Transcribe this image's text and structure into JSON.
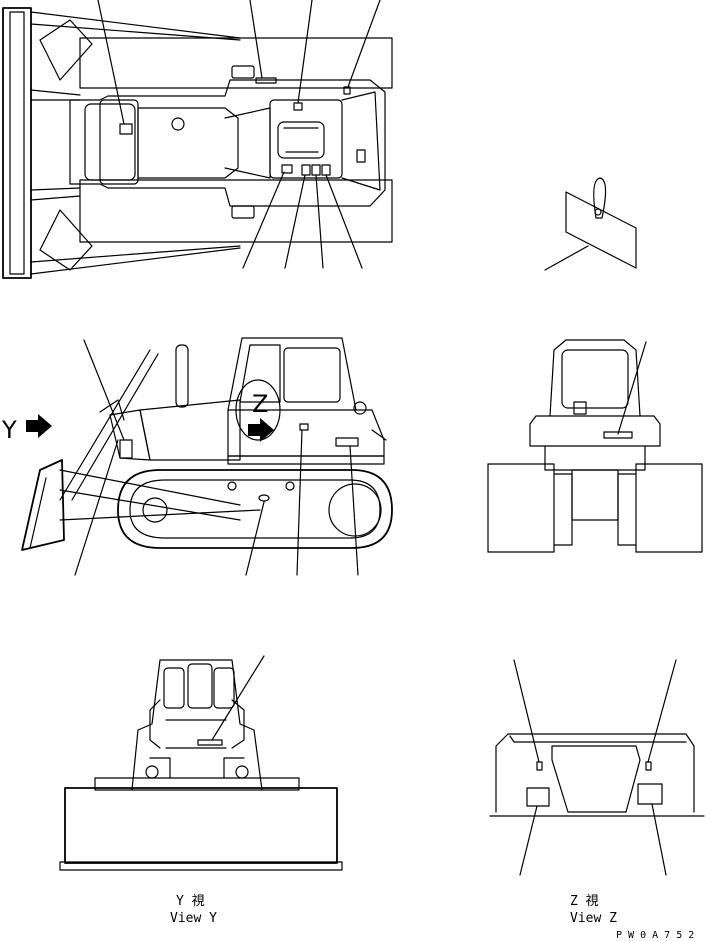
{
  "labels": {
    "y_marker": "Y",
    "z_marker": "Z",
    "view_y_kanji": "Y 視",
    "view_y": "View Y",
    "view_z_kanji": "Z 視",
    "view_z": "View Z",
    "drawing_code": "P W 0 A 7 5 2"
  },
  "colors": {
    "line": "#000000",
    "background": "#ffffff"
  }
}
